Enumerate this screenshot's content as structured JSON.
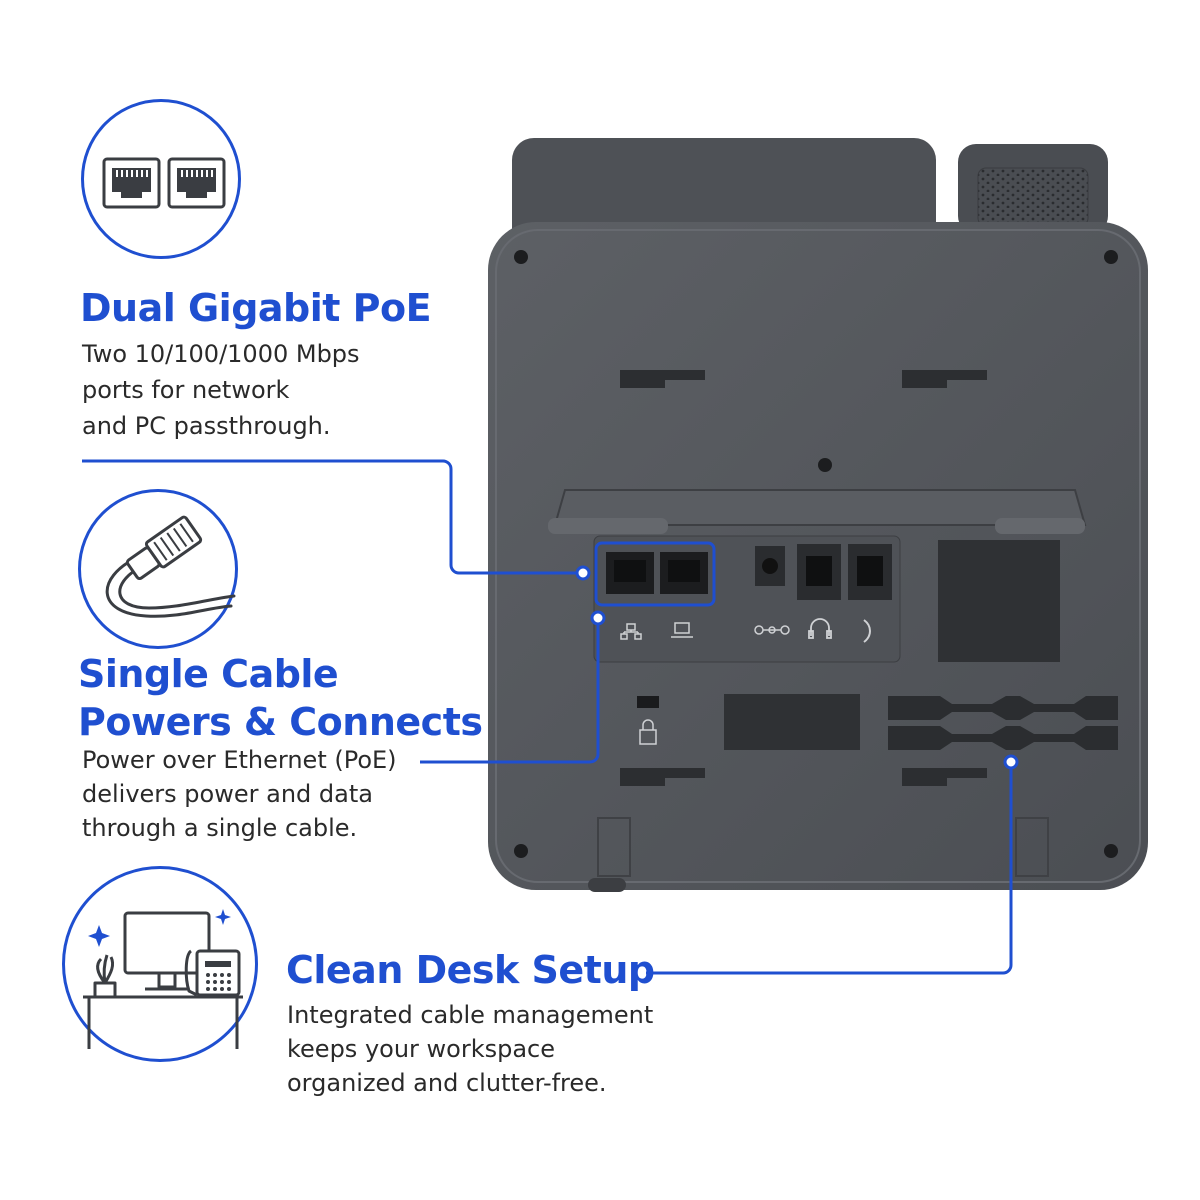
{
  "features": [
    {
      "title": "Dual Gigabit PoE",
      "lines": [
        "Two 10/100/1000 Mbps",
        "ports for network",
        "and PC passthrough."
      ],
      "icon": "ethernet-ports-icon"
    },
    {
      "title_lines": [
        "Single Cable",
        "Powers & Connects"
      ],
      "lines": [
        "Power over Ethernet (PoE)",
        "delivers power and data",
        "through a single cable."
      ],
      "icon": "ethernet-cable-icon"
    },
    {
      "title": "Clean Desk Setup",
      "lines": [
        "Integrated cable management",
        "keeps your workspace",
        "organized and clutter-free."
      ],
      "icon": "desk-workspace-icon"
    }
  ],
  "colors": {
    "accent": "#1f4fd0",
    "phone_body": "#55585d",
    "phone_dark": "#3e4145",
    "background": "#ffffff"
  },
  "product": {
    "image": "ip-desk-phone-rear-view",
    "port_icons": [
      "network-port-icon",
      "pc-port-icon",
      "dc-power-icon",
      "headset-icon",
      "handset-icon",
      "kensington-lock-icon"
    ]
  }
}
